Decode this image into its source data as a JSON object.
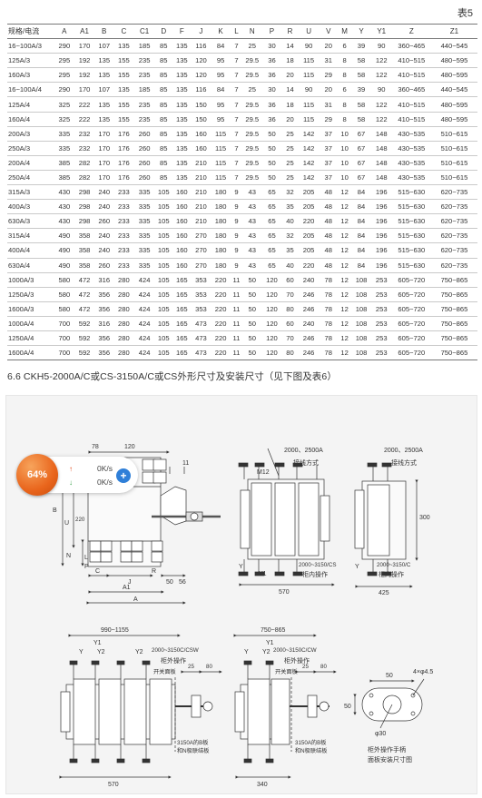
{
  "table_label": "表5",
  "table": {
    "headers": [
      "规格/电流",
      "A",
      "A1",
      "B",
      "C",
      "C1",
      "D",
      "F",
      "J",
      "K",
      "L",
      "N",
      "P",
      "R",
      "U",
      "V",
      "M",
      "Y",
      "Y1",
      "Z",
      "Z1"
    ],
    "rows": [
      [
        "16~100A/3",
        "290",
        "170",
        "107",
        "135",
        "185",
        "85",
        "135",
        "116",
        "84",
        "7",
        "25",
        "30",
        "14",
        "90",
        "20",
        "6",
        "39",
        "90",
        "360~465",
        "440~545"
      ],
      [
        "125A/3",
        "295",
        "192",
        "135",
        "155",
        "235",
        "85",
        "135",
        "120",
        "95",
        "7",
        "29.5",
        "36",
        "18",
        "115",
        "31",
        "8",
        "58",
        "122",
        "410~515",
        "480~595"
      ],
      [
        "160A/3",
        "295",
        "192",
        "135",
        "155",
        "235",
        "85",
        "135",
        "120",
        "95",
        "7",
        "29.5",
        "36",
        "20",
        "115",
        "29",
        "8",
        "58",
        "122",
        "410~515",
        "480~595"
      ],
      [
        "16~100A/4",
        "290",
        "170",
        "107",
        "135",
        "185",
        "85",
        "135",
        "116",
        "84",
        "7",
        "25",
        "30",
        "14",
        "90",
        "20",
        "6",
        "39",
        "90",
        "360~465",
        "440~545"
      ],
      [
        "125A/4",
        "325",
        "222",
        "135",
        "155",
        "235",
        "85",
        "135",
        "150",
        "95",
        "7",
        "29.5",
        "36",
        "18",
        "115",
        "31",
        "8",
        "58",
        "122",
        "410~515",
        "480~595"
      ],
      [
        "160A/4",
        "325",
        "222",
        "135",
        "155",
        "235",
        "85",
        "135",
        "150",
        "95",
        "7",
        "29.5",
        "36",
        "20",
        "115",
        "29",
        "8",
        "58",
        "122",
        "410~515",
        "480~595"
      ],
      [
        "200A/3",
        "335",
        "232",
        "170",
        "176",
        "260",
        "85",
        "135",
        "160",
        "115",
        "7",
        "29.5",
        "50",
        "25",
        "142",
        "37",
        "10",
        "67",
        "148",
        "430~535",
        "510~615"
      ],
      [
        "250A/3",
        "335",
        "232",
        "170",
        "176",
        "260",
        "85",
        "135",
        "160",
        "115",
        "7",
        "29.5",
        "50",
        "25",
        "142",
        "37",
        "10",
        "67",
        "148",
        "430~535",
        "510~615"
      ],
      [
        "200A/4",
        "385",
        "282",
        "170",
        "176",
        "260",
        "85",
        "135",
        "210",
        "115",
        "7",
        "29.5",
        "50",
        "25",
        "142",
        "37",
        "10",
        "67",
        "148",
        "430~535",
        "510~615"
      ],
      [
        "250A/4",
        "385",
        "282",
        "170",
        "176",
        "260",
        "85",
        "135",
        "210",
        "115",
        "7",
        "29.5",
        "50",
        "25",
        "142",
        "37",
        "10",
        "67",
        "148",
        "430~535",
        "510~615"
      ],
      [
        "315A/3",
        "430",
        "298",
        "240",
        "233",
        "335",
        "105",
        "160",
        "210",
        "180",
        "9",
        "43",
        "65",
        "32",
        "205",
        "48",
        "12",
        "84",
        "196",
        "515~630",
        "620~735"
      ],
      [
        "400A/3",
        "430",
        "298",
        "240",
        "233",
        "335",
        "105",
        "160",
        "210",
        "180",
        "9",
        "43",
        "65",
        "35",
        "205",
        "48",
        "12",
        "84",
        "196",
        "515~630",
        "620~735"
      ],
      [
        "630A/3",
        "430",
        "298",
        "260",
        "233",
        "335",
        "105",
        "160",
        "210",
        "180",
        "9",
        "43",
        "65",
        "40",
        "220",
        "48",
        "12",
        "84",
        "196",
        "515~630",
        "620~735"
      ],
      [
        "315A/4",
        "490",
        "358",
        "240",
        "233",
        "335",
        "105",
        "160",
        "270",
        "180",
        "9",
        "43",
        "65",
        "32",
        "205",
        "48",
        "12",
        "84",
        "196",
        "515~630",
        "620~735"
      ],
      [
        "400A/4",
        "490",
        "358",
        "240",
        "233",
        "335",
        "105",
        "160",
        "270",
        "180",
        "9",
        "43",
        "65",
        "35",
        "205",
        "48",
        "12",
        "84",
        "196",
        "515~630",
        "620~735"
      ],
      [
        "630A/4",
        "490",
        "358",
        "260",
        "233",
        "335",
        "105",
        "160",
        "270",
        "180",
        "9",
        "43",
        "65",
        "40",
        "220",
        "48",
        "12",
        "84",
        "196",
        "515~630",
        "620~735"
      ],
      [
        "1000A/3",
        "580",
        "472",
        "316",
        "280",
        "424",
        "105",
        "165",
        "353",
        "220",
        "11",
        "50",
        "120",
        "60",
        "240",
        "78",
        "12",
        "108",
        "253",
        "605~720",
        "750~865"
      ],
      [
        "1250A/3",
        "580",
        "472",
        "356",
        "280",
        "424",
        "105",
        "165",
        "353",
        "220",
        "11",
        "50",
        "120",
        "70",
        "246",
        "78",
        "12",
        "108",
        "253",
        "605~720",
        "750~865"
      ],
      [
        "1600A/3",
        "580",
        "472",
        "356",
        "280",
        "424",
        "105",
        "165",
        "353",
        "220",
        "11",
        "50",
        "120",
        "80",
        "246",
        "78",
        "12",
        "108",
        "253",
        "605~720",
        "750~865"
      ],
      [
        "1000A/4",
        "700",
        "592",
        "316",
        "280",
        "424",
        "105",
        "165",
        "473",
        "220",
        "11",
        "50",
        "120",
        "60",
        "240",
        "78",
        "12",
        "108",
        "253",
        "605~720",
        "750~865"
      ],
      [
        "1250A/4",
        "700",
        "592",
        "356",
        "280",
        "424",
        "105",
        "165",
        "473",
        "220",
        "11",
        "50",
        "120",
        "70",
        "246",
        "78",
        "12",
        "108",
        "253",
        "605~720",
        "750~865"
      ],
      [
        "1600A/4",
        "700",
        "592",
        "356",
        "280",
        "424",
        "105",
        "165",
        "473",
        "220",
        "11",
        "50",
        "120",
        "80",
        "246",
        "78",
        "12",
        "108",
        "253",
        "605~720",
        "750~865"
      ]
    ]
  },
  "section_heading": "6.6 CKH5-2000A/C或CS-3150A/C或CS外形尺寸及安装尺寸（见下图及表6）",
  "monitor": {
    "percent": "64%",
    "upload": "0K/s",
    "download": "0K/s",
    "add_symbol": "+",
    "colors": {
      "ball": "#e9651c",
      "upload_arrow": "#e04b1a",
      "download_arrow": "#3aa14a",
      "add": "#2f7fd8"
    }
  },
  "drawing": {
    "top_left": {
      "dims_top": [
        "78",
        "120",
        "11"
      ],
      "side_labels": [
        "B",
        "U",
        "220",
        "N",
        "L",
        "P"
      ],
      "bottom_labels": [
        "C",
        "J",
        "R",
        "50",
        "56",
        "A1",
        "A"
      ]
    },
    "top_middle": {
      "title": "2000、2500A",
      "subtitle": "接线方式",
      "labels": [
        "M12",
        "Y",
        "Y1",
        "2000~3150/CS",
        "柜内操作",
        "570"
      ]
    },
    "top_right": {
      "title": "2000、2500A",
      "subtitle": "接线方式",
      "labels": [
        "300",
        "Y",
        "2000~3150/C",
        "柜内操作",
        "425"
      ]
    },
    "bottom_left": {
      "range": "990~1155",
      "labels": [
        "Y1",
        "Y",
        "Y2",
        "Y2",
        "2000~3150C/CSW",
        "柜外操作",
        "开关面板",
        "25",
        "80",
        "3150A的B板",
        "和N极联结板",
        "570"
      ]
    },
    "bottom_middle": {
      "range": "750~865",
      "labels": [
        "Y1",
        "Y",
        "Y2",
        "2000~3150C/CW",
        "柜外操作",
        "开关面板",
        "25",
        "80",
        "3150A的B板",
        "和N极联结板",
        "340"
      ]
    },
    "bottom_right": {
      "labels": [
        "50",
        "4×φ4.5",
        "50",
        "φ30",
        "柜外操作手柄",
        "面板安装尺寸图"
      ]
    }
  }
}
